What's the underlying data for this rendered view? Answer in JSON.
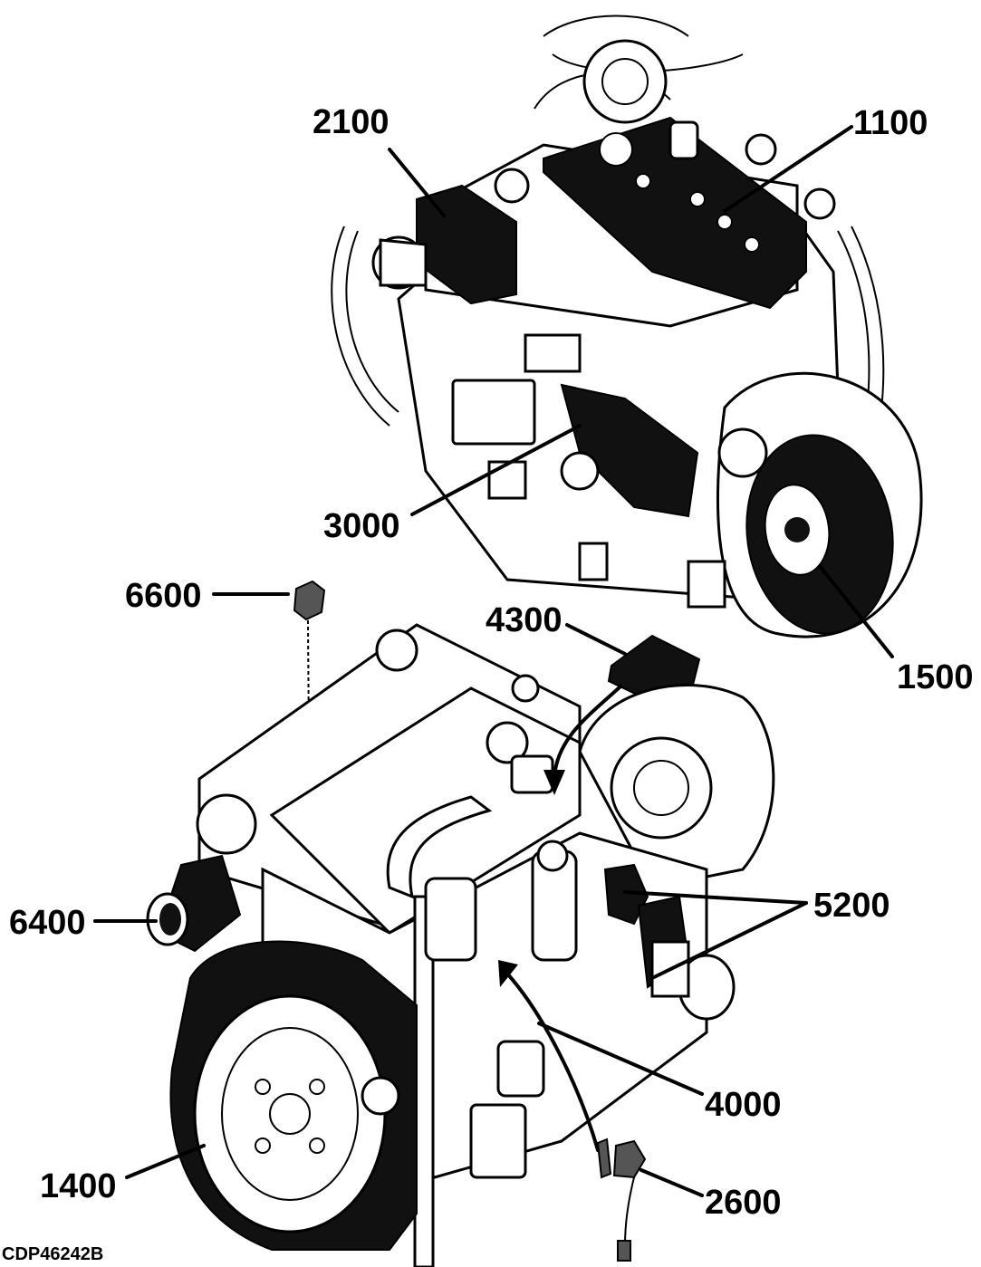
{
  "figure_code": "CDP46242B",
  "callouts": {
    "c2100": "2100",
    "c1100": "1100",
    "c3000": "3000",
    "c1500": "1500",
    "c6600": "6600",
    "c4300": "4300",
    "c5200": "5200",
    "c6400": "6400",
    "c4000": "4000",
    "c1400": "1400",
    "c2600": "2600"
  }
}
